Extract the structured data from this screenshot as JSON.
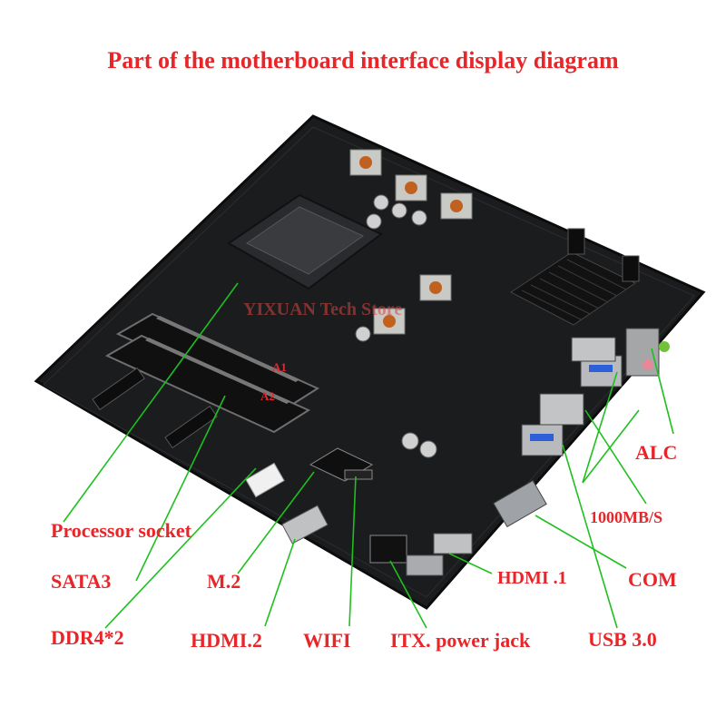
{
  "title": "Part of the motherboard interface display diagram",
  "watermark": "YIXUAN Tech Store",
  "slot_marks": {
    "a1": "A1",
    "a2": "A2"
  },
  "labels": {
    "processor_socket": "Processor socket",
    "sata3": "SATA3",
    "m2": "M.2",
    "ddr4": "DDR4*2",
    "hdmi2": "HDMI.2",
    "wifi": "WIFI",
    "itx_power": "ITX. power jack",
    "usb3": "USB 3.0",
    "hdmi1": "HDMI .1",
    "com": "COM",
    "lan": "1000MB/S",
    "alc": "ALC"
  },
  "colors": {
    "label": "#e8262a",
    "leader": "#1ec01e",
    "board": "#1b1c1e"
  }
}
